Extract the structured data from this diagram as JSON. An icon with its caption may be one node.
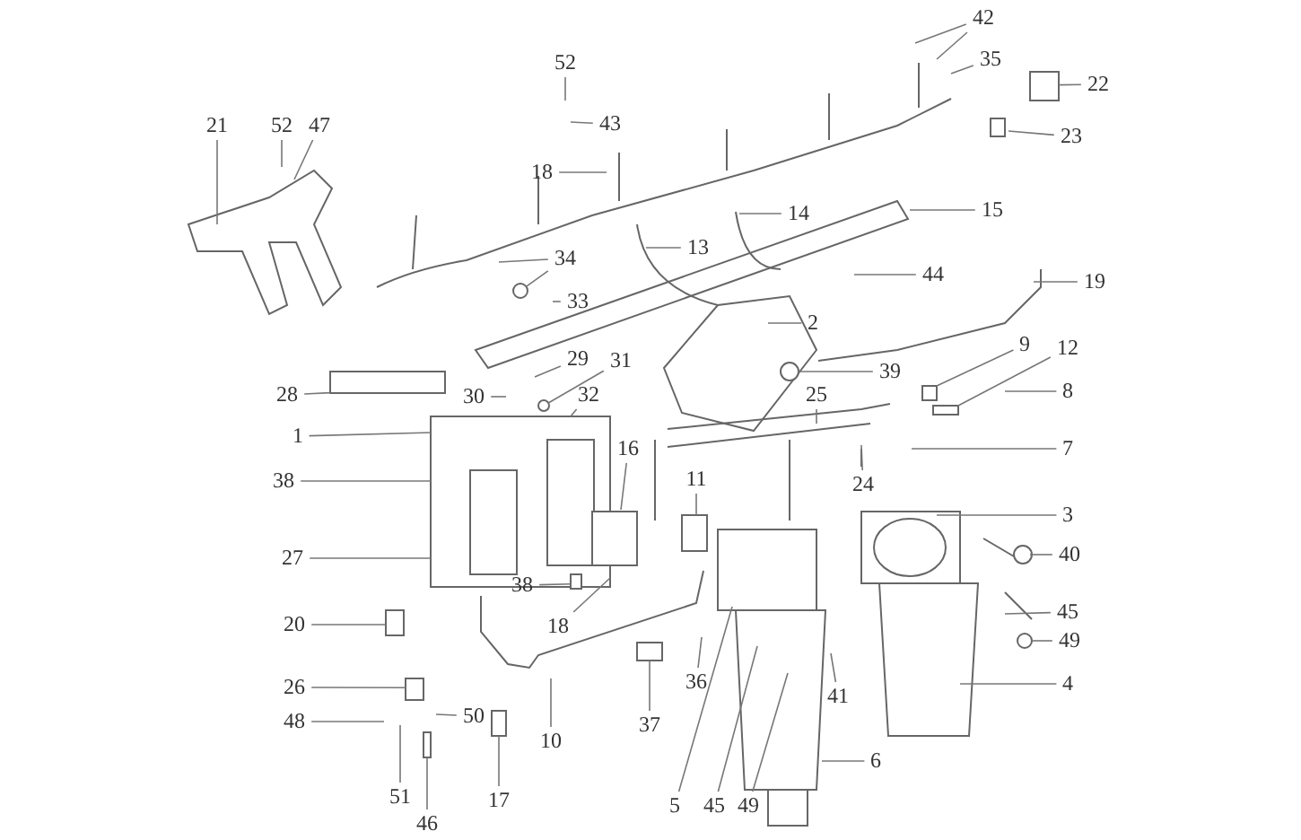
{
  "diagram": {
    "nodes": [
      {
        "text": [
          "52"
        ]
      },
      {
        "text": [
          "43"
        ]
      },
      {
        "text": [
          "42"
        ]
      },
      {
        "text": [
          "35"
        ]
      },
      {
        "text": [
          "22"
        ]
      },
      {
        "text": [
          "23"
        ]
      },
      {
        "text": [
          "21"
        ]
      },
      {
        "text": [
          "52"
        ]
      },
      {
        "text": [
          "47"
        ]
      },
      {
        "text": [
          "18"
        ]
      },
      {
        "text": [
          "14"
        ]
      },
      {
        "text": [
          "15"
        ]
      },
      {
        "text": [
          "13"
        ]
      },
      {
        "text": [
          "34"
        ]
      },
      {
        "text": [
          "33"
        ]
      },
      {
        "text": [
          "44"
        ]
      },
      {
        "text": [
          "19"
        ]
      },
      {
        "text": [
          "2"
        ]
      },
      {
        "text": [
          "9"
        ]
      },
      {
        "text": [
          "12"
        ]
      },
      {
        "text": [
          "29"
        ]
      },
      {
        "text": [
          "31"
        ]
      },
      {
        "text": [
          "32"
        ]
      },
      {
        "text": [
          "39"
        ]
      },
      {
        "text": [
          "30"
        ]
      },
      {
        "text": [
          "28"
        ]
      },
      {
        "text": [
          "25"
        ]
      },
      {
        "text": [
          "8"
        ]
      },
      {
        "text": [
          "1"
        ]
      },
      {
        "text": [
          "7"
        ]
      },
      {
        "text": [
          "16"
        ]
      },
      {
        "text": [
          "38"
        ]
      },
      {
        "text": [
          "11"
        ]
      },
      {
        "text": [
          "24"
        ]
      },
      {
        "text": [
          "3"
        ]
      },
      {
        "text": [
          "40"
        ]
      },
      {
        "text": [
          "27"
        ]
      },
      {
        "text": [
          "38"
        ]
      },
      {
        "text": [
          "18"
        ]
      },
      {
        "text": [
          "45"
        ]
      },
      {
        "text": [
          "20"
        ]
      },
      {
        "text": [
          "49"
        ]
      },
      {
        "text": [
          "26"
        ]
      },
      {
        "text": [
          "4"
        ]
      },
      {
        "text": [
          "36"
        ]
      },
      {
        "text": [
          "41"
        ]
      },
      {
        "text": [
          "48"
        ]
      },
      {
        "text": [
          "50"
        ]
      },
      {
        "text": [
          "37"
        ]
      },
      {
        "text": [
          "10"
        ]
      },
      {
        "text": [
          "6"
        ]
      },
      {
        "text": [
          "17"
        ]
      },
      {
        "text": [
          "51"
        ]
      },
      {
        "text": [
          "5"
        ]
      },
      {
        "text": [
          "45"
        ]
      },
      {
        "text": [
          "49"
        ]
      },
      {
        "text": [
          "46"
        ]
      },
      {
        "text": [],
        "shape": "box"
      },
      {
        "text": [],
        "shape": "circle"
      },
      {
        "text": [],
        "shape": "box"
      },
      {
        "text": [],
        "shape": "bar"
      },
      {
        "text": [],
        "shape": "circle"
      },
      {
        "text": [],
        "shape": "circle"
      },
      {
        "text": [],
        "shape": "box"
      },
      {
        "text": [],
        "shape": "box"
      },
      {
        "text": [],
        "shape": "circle"
      },
      {
        "text": [],
        "shape": "box"
      },
      {
        "text": [],
        "shape": "box"
      },
      {
        "text": [],
        "shape": "box"
      },
      {
        "text": [],
        "shape": "bar"
      }
    ],
    "edges": [
      {
        "from": 0,
        "to": null,
        "arrow": "none"
      },
      {
        "from": 1,
        "to": null,
        "arrow": "none"
      },
      {
        "from": 2,
        "to": null,
        "arrow": "none"
      },
      {
        "from": 2,
        "to": null,
        "arrow": "none"
      },
      {
        "from": 3,
        "to": null,
        "arrow": "none"
      },
      {
        "from": 4,
        "to": 57,
        "arrow": "none"
      },
      {
        "from": 5,
        "to": null,
        "arrow": "none"
      },
      {
        "from": 6,
        "to": null,
        "arrow": "none"
      },
      {
        "from": 7,
        "to": null,
        "arrow": "none"
      },
      {
        "from": 8,
        "to": null,
        "arrow": "none"
      },
      {
        "from": 9,
        "to": null,
        "arrow": "none"
      },
      {
        "from": 10,
        "to": null,
        "arrow": "none"
      },
      {
        "from": 11,
        "to": null,
        "arrow": "none"
      },
      {
        "from": 12,
        "to": null,
        "arrow": "none"
      },
      {
        "from": 13,
        "to": null,
        "arrow": "none"
      },
      {
        "from": 13,
        "to": 58,
        "arrow": "none"
      },
      {
        "from": 14,
        "to": null,
        "arrow": "none"
      },
      {
        "from": 15,
        "to": null,
        "arrow": "none"
      },
      {
        "from": 16,
        "to": null,
        "arrow": "none"
      },
      {
        "from": 17,
        "to": null,
        "arrow": "none"
      },
      {
        "from": 18,
        "to": 59,
        "arrow": "none"
      },
      {
        "from": 19,
        "to": 60,
        "arrow": "none"
      },
      {
        "from": 20,
        "to": null,
        "arrow": "none"
      },
      {
        "from": 21,
        "to": 61,
        "arrow": "none"
      },
      {
        "from": 22,
        "to": null,
        "arrow": "none"
      },
      {
        "from": 23,
        "to": 62,
        "arrow": "none"
      },
      {
        "from": 24,
        "to": null,
        "arrow": "none"
      },
      {
        "from": 25,
        "to": 63,
        "arrow": "none"
      },
      {
        "from": 26,
        "to": null,
        "arrow": "none"
      },
      {
        "from": 27,
        "to": null,
        "arrow": "none"
      },
      {
        "from": 28,
        "to": null,
        "arrow": "none"
      },
      {
        "from": 29,
        "to": null,
        "arrow": "none"
      },
      {
        "from": 30,
        "to": null,
        "arrow": "none"
      },
      {
        "from": 31,
        "to": null,
        "arrow": "none"
      },
      {
        "from": 32,
        "to": null,
        "arrow": "none"
      },
      {
        "from": 33,
        "to": null,
        "arrow": "none"
      },
      {
        "from": 34,
        "to": null,
        "arrow": "none"
      },
      {
        "from": 35,
        "to": null,
        "arrow": "none"
      },
      {
        "from": 36,
        "to": null,
        "arrow": "none"
      },
      {
        "from": 37,
        "to": 64,
        "arrow": "none"
      },
      {
        "from": 38,
        "to": null,
        "arrow": "none"
      },
      {
        "from": 39,
        "to": null,
        "arrow": "none"
      },
      {
        "from": 40,
        "to": null,
        "arrow": "none"
      },
      {
        "from": 41,
        "to": 65,
        "arrow": "none"
      },
      {
        "from": 42,
        "to": 66,
        "arrow": "none"
      },
      {
        "from": 43,
        "to": null,
        "arrow": "none"
      },
      {
        "from": 44,
        "to": null,
        "arrow": "none"
      },
      {
        "from": 45,
        "to": null,
        "arrow": "none"
      },
      {
        "from": 46,
        "to": null,
        "arrow": "none"
      },
      {
        "from": 47,
        "to": null,
        "arrow": "none"
      },
      {
        "from": 48,
        "to": 67,
        "arrow": "none"
      },
      {
        "from": 49,
        "to": null,
        "arrow": "none"
      },
      {
        "from": 50,
        "to": null,
        "arrow": "none"
      },
      {
        "from": 51,
        "to": 68,
        "arrow": "none"
      },
      {
        "from": 52,
        "to": null,
        "arrow": "none"
      },
      {
        "from": 53,
        "to": null,
        "arrow": "none"
      },
      {
        "from": 54,
        "to": null,
        "arrow": "none"
      },
      {
        "from": 55,
        "to": null,
        "arrow": "none"
      },
      {
        "from": 56,
        "to": 69,
        "arrow": "none"
      }
    ]
  }
}
